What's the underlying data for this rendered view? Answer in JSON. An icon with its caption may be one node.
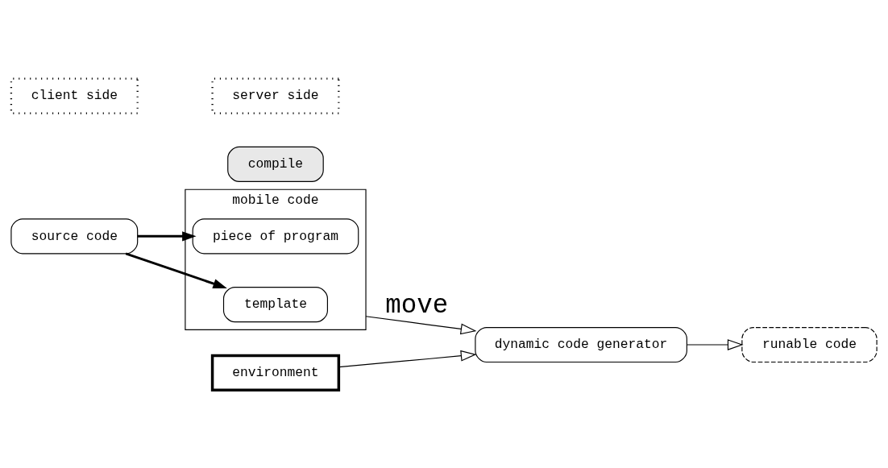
{
  "diagram": {
    "nodes": [
      {
        "text": [
          "source code"
        ]
      },
      {
        "text": [
          "compile"
        ]
      },
      {
        "text": [
          "mobile code"
        ]
      },
      {
        "text": [
          "piece of program"
        ],
        "in": 2
      },
      {
        "text": [
          "template"
        ],
        "in": 2
      },
      {
        "text": [
          "client side"
        ]
      },
      {
        "text": [
          "server side"
        ]
      },
      {
        "text": [
          "environment"
        ]
      },
      {
        "text": [
          "dynamic code generator"
        ]
      },
      {
        "text": [
          "runable code"
        ]
      }
    ],
    "edges": [
      {
        "from": 0,
        "to": 3,
        "arrow": "to",
        "style": "thick"
      },
      {
        "from": 0,
        "to": 4,
        "arrow": "to",
        "style": "thick"
      },
      {
        "from": 2,
        "to": 8,
        "arrow": "to",
        "label": "move"
      },
      {
        "from": 7,
        "to": 8,
        "arrow": "to"
      },
      {
        "from": 8,
        "to": 9,
        "arrow": "to"
      }
    ]
  }
}
